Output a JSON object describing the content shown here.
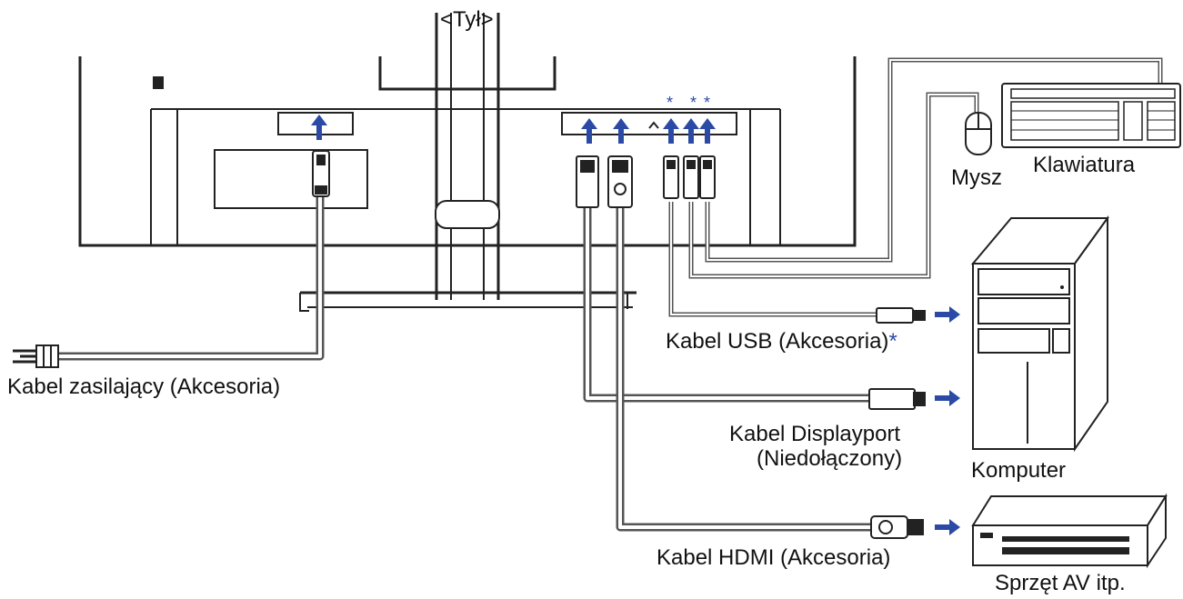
{
  "title": "<Tył>",
  "labels": {
    "mouse": "Mysz",
    "keyboard": "Klawiatura",
    "usb_cable": "Kabel USB (Akcesoria)",
    "usb_star": "*",
    "power_cable": "Kabel zasilający (Akcesoria)",
    "dp_cable_line1": "Kabel Displayport",
    "dp_cable_line2": "(Niedołączony)",
    "computer": "Komputer",
    "hdmi_cable": "Kabel HDMI (Akcesoria)",
    "av_equipment": "Sprzęt AV itp."
  },
  "port_stars": [
    "*",
    "*",
    "*"
  ],
  "colors": {
    "arrow": "#2b4aa6",
    "cable": "#555555",
    "line": "#222222"
  }
}
